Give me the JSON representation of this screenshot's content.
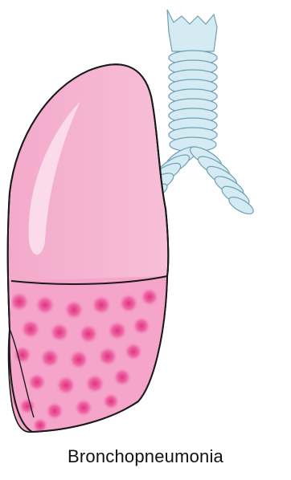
{
  "caption": "Bronchopneumonia",
  "colors": {
    "lung_fill": "#f6b6d3",
    "lung_highlight": "#fbe0ec",
    "lower_lobe_fill": "#f4a6c8",
    "spot_center": "#e83a8c",
    "trachea_fill": "#cfe6ef",
    "trachea_ring": "#a9cfe0",
    "outline": "#1a1a1a"
  },
  "icons": [
    "lung-illustration",
    "trachea-illustration",
    "bronchus-illustration"
  ]
}
